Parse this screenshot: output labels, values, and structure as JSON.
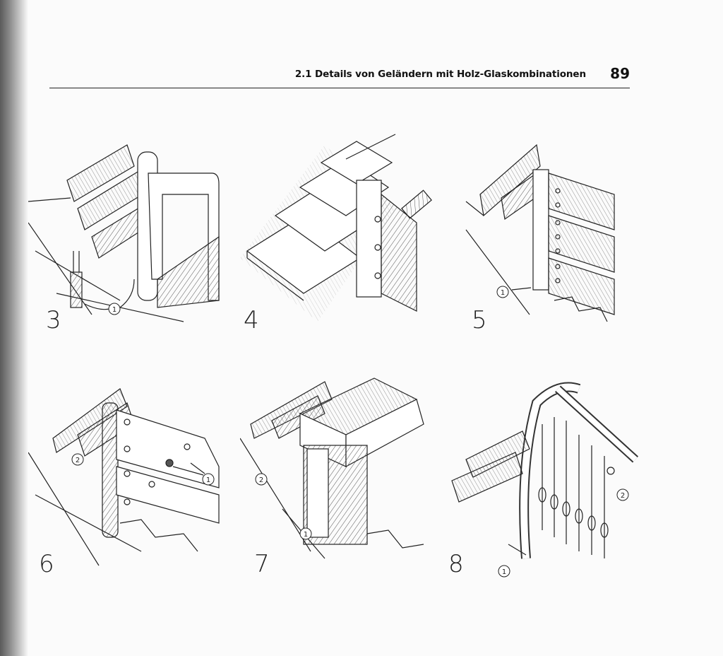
{
  "header": {
    "title": "2.1 Details von Geländern mit Holz-Glaskombinationen",
    "page_number": "89"
  },
  "figures": [
    {
      "number": "3",
      "callouts": [
        "1"
      ]
    },
    {
      "number": "4",
      "callouts": []
    },
    {
      "number": "5",
      "callouts": [
        "1"
      ]
    },
    {
      "number": "6",
      "callouts": [
        "2",
        "1"
      ]
    },
    {
      "number": "7",
      "callouts": [
        "2",
        "1"
      ]
    },
    {
      "number": "8",
      "callouts": [
        "2",
        "1"
      ]
    }
  ]
}
